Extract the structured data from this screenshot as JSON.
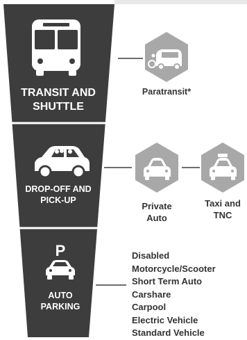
{
  "colors": {
    "funnel": "#3d3d3d",
    "separator": "#ffffff",
    "hexagon": "#a8a8a8",
    "connector": "#3d3d3d",
    "text": "#333333",
    "top_band": "#e8e8e8"
  },
  "segments": [
    {
      "icon": "bus-icon",
      "label_line1": "TRANSIT AND",
      "label_line2": "SHUTTLE"
    },
    {
      "icon": "car-with-passengers-icon",
      "label_line1": "DROP-OFF AND",
      "label_line2": "PICK-UP"
    },
    {
      "icon": "parking-car-icon",
      "parking_letter": "P",
      "label_line1": "AUTO",
      "label_line2": "PARKING"
    }
  ],
  "nodes": [
    {
      "icon": "paratransit-van-icon",
      "label": "Paratransit*"
    },
    {
      "icon": "car-icon",
      "label_line1": "Private",
      "label_line2": "Auto"
    },
    {
      "icon": "taxi-icon",
      "label_line1": "Taxi and",
      "label_line2": "TNC"
    }
  ],
  "parking_types": [
    "Disabled",
    "Motorcycle/Scooter",
    "Short Term Auto",
    "Carshare",
    "Carpool",
    "Electric Vehicle",
    "Standard Vehicle"
  ]
}
